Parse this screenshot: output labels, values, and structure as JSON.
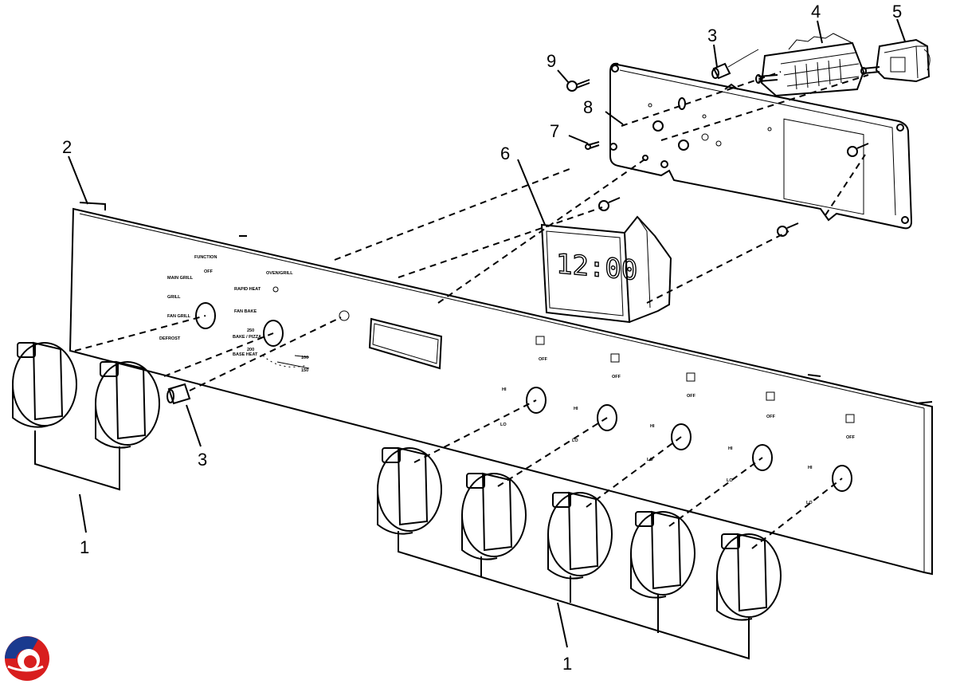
{
  "callouts": {
    "knob": "1",
    "control_panel": "2",
    "neon_lamp": "3",
    "selector_switch": "4",
    "thermostat": "5",
    "clock_timer": "6",
    "small_screw": "7",
    "bracket": "8",
    "screw": "9"
  },
  "clock_display": "12:00",
  "panel_labels": {
    "function": "FUNCTION",
    "off": "OFF",
    "oven_grill": "OVEN/GRILL",
    "main_grill": "MAIN GRILL",
    "rapid_heat": "RAPID HEAT",
    "grill": "GRILL",
    "fan_bake": "FAN BAKE",
    "fan_grill": "FAN GRILL",
    "bake_pizza": "BAKE / PIZZA",
    "defrost": "DEFROST",
    "base_heat": "BASE HEAT",
    "t250": "250",
    "t200": "200",
    "t100": "100",
    "t150": "150",
    "hi": "HI",
    "lo": "LO"
  },
  "colors": {
    "line": "#000000",
    "logo_red": "#d81e1e",
    "logo_blue": "#1a3a8f"
  }
}
